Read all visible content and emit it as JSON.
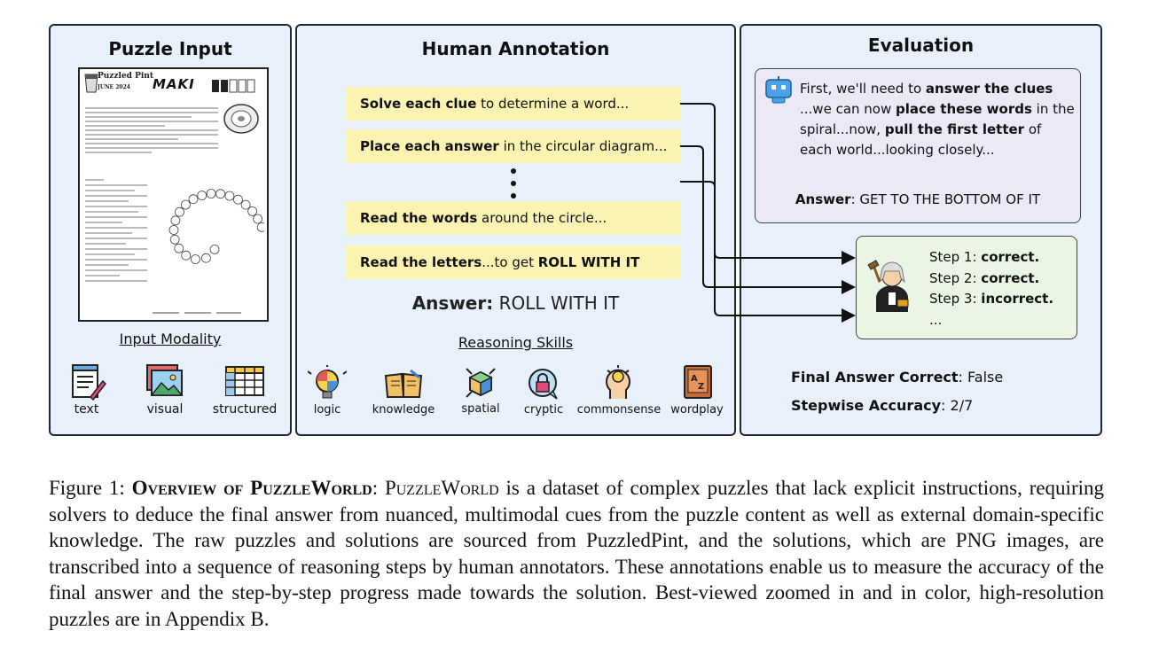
{
  "panels": {
    "input_title": "Puzzle Input",
    "annotation_title": "Human Annotation",
    "evaluation_title": "Evaluation"
  },
  "puzzle_page": {
    "brand": "Puzzled Pint",
    "brand_date": "JUNE 2024",
    "title": "MAKI"
  },
  "input_modality": {
    "label": "Input Modality",
    "items": [
      "text",
      "visual",
      "structured"
    ]
  },
  "annotation": {
    "steps": [
      {
        "bold": "Solve each clue",
        "rest": " to determine a word..."
      },
      {
        "bold": "Place each answer",
        "rest": " in the circular diagram..."
      },
      {
        "bold": "Read the words",
        "rest": " around the circle..."
      },
      {
        "bold": "Read the letters",
        "rest": "...to get ",
        "bold2": "ROLL WITH IT"
      }
    ],
    "answer_label": "Answer:",
    "answer_value": "ROLL WITH IT"
  },
  "reasoning_skills": {
    "label": "Reasoning Skills",
    "items": [
      "logic",
      "knowledge",
      "spatial",
      "cryptic",
      "commonsense",
      "wordplay"
    ]
  },
  "evaluation": {
    "model_output": {
      "t1": "First, we'll need to ",
      "b1": "answer the clues",
      "t2": "...we can now ",
      "b2": "place these words",
      "t3": " in the spiral...now, ",
      "b3": "pull the first letter",
      "t4": " of each world...looking closely...",
      "answer_label": "Answer",
      "answer_value": ": GET TO THE BOTTOM OF IT"
    },
    "judge_steps": [
      {
        "label": "Step 1: ",
        "verdict": "correct."
      },
      {
        "label": "Step 2: ",
        "verdict": "correct."
      },
      {
        "label": "Step 3: ",
        "verdict": "incorrect."
      }
    ],
    "judge_more": "...",
    "final_label": "Final Answer Correct",
    "final_value": ": False",
    "stepwise_label": "Stepwise Accuracy",
    "stepwise_value": ": 2/7"
  },
  "caption": {
    "prefix": "Figure 1: ",
    "bold_title": "Overview of PuzzleWorld",
    "colon": ": ",
    "name": "PuzzleWorld",
    "body": " is a dataset of complex puzzles that lack explicit instructions, requiring solvers to deduce the final answer from nuanced, multimodal cues from the puzzle content as well as external domain-specific knowledge. The raw puzzles and solutions are sourced from PuzzledPint, and the solutions, which are PNG images, are transcribed into a sequence of reasoning steps by human annotators. These annotations enable us to measure the accuracy of the final answer and the step-by-step progress made towards the solution. Best-viewed zoomed in and in color, high-resolution puzzles are in Appendix B."
  },
  "colors": {
    "panel_bg": "#e8f1fb",
    "note_bg": "#fbf3b2",
    "llm_bg": "#ebe8f8",
    "judge_bg": "#eaf5e3"
  }
}
